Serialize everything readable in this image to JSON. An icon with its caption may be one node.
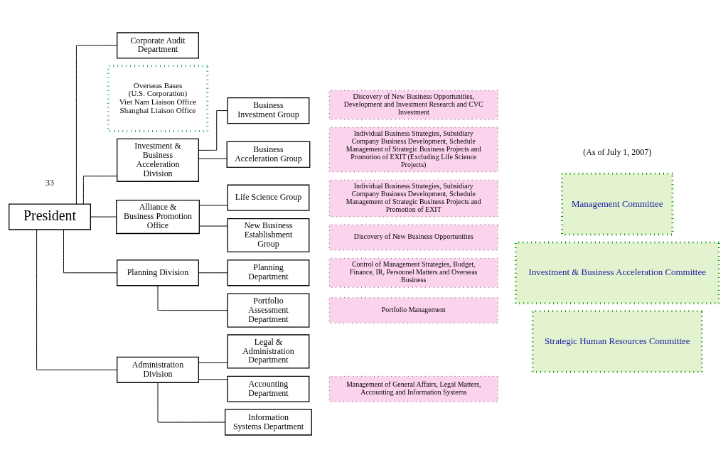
{
  "diagram": {
    "nodes": [
      {
        "text": [
          "President"
        ]
      },
      {
        "text": [
          "Corporate Audit Department"
        ]
      },
      {
        "text": [
          "Investment & Business Acceleration Division"
        ]
      },
      {
        "text": [
          "Business Investment Group"
        ]
      },
      {
        "text": [
          "Business Acceleration Group"
        ]
      },
      {
        "text": [
          "Alliance & Business Promotion Office"
        ]
      },
      {
        "text": [
          "Life Science Group"
        ]
      },
      {
        "text": [
          "New Business Establishment Group"
        ]
      },
      {
        "text": [
          "Planning Division"
        ]
      },
      {
        "text": [
          "Planning Department"
        ]
      },
      {
        "text": [
          "Portfolio Assessment Department"
        ]
      },
      {
        "text": [
          "Administration Division"
        ]
      },
      {
        "text": [
          "Legal & Administration Department"
        ]
      },
      {
        "text": [
          "Accounting Department"
        ]
      },
      {
        "text": [
          "Information Systems Department"
        ]
      },
      {
        "text": [
          "Discovery of New Business Opportunities, Development and Investment Research and CVC Investment"
        ]
      },
      {
        "text": [
          "Individual Business Strategies, Subsidiary Company Business Development, Schedule Management of Strategic Business Projects and Promotion of EXIT (Excluding Life Science Projects)"
        ]
      },
      {
        "text": [
          "Individual Business Strategies, Subsidiary Company Business Development, Schedule Management of Strategic Business Projects and Promotion of EXIT"
        ]
      },
      {
        "text": [
          "Discovery of New Business Opportunities"
        ]
      },
      {
        "text": [
          "Control of Management Strategies, Budget, Finance, IR, Personnel Matters and Overseas Business"
        ]
      },
      {
        "text": [
          "Portfolio Management"
        ]
      },
      {
        "text": [
          "Management of General Affairs, Legal Matters, Accounting and Information Systems"
        ]
      },
      {
        "text": [
          "Management Committee"
        ]
      },
      {
        "text": [
          "Investment & Business Acceleration Committee"
        ]
      },
      {
        "text": [
          "Strategic Human Resources Committee"
        ]
      },
      {
        "text": [
          "Overseas Bases",
          "(U.S. Corporation)",
          "Viet Nam Liaison Office",
          "Shanghai Liaison Office"
        ]
      }
    ],
    "edges": [
      {
        "from": 0,
        "to": 1,
        "arrow": "none"
      },
      {
        "from": 0,
        "to": 2,
        "arrow": "none"
      },
      {
        "from": 0,
        "to": 5,
        "arrow": "none"
      },
      {
        "from": 0,
        "to": 8,
        "arrow": "none"
      },
      {
        "from": 0,
        "to": 11,
        "arrow": "none"
      },
      {
        "from": 2,
        "to": 3,
        "arrow": "none"
      },
      {
        "from": 2,
        "to": 4,
        "arrow": "none"
      },
      {
        "from": 5,
        "to": 6,
        "arrow": "none"
      },
      {
        "from": 5,
        "to": 7,
        "arrow": "none"
      },
      {
        "from": 8,
        "to": 9,
        "arrow": "none"
      },
      {
        "from": 8,
        "to": 10,
        "arrow": "none"
      },
      {
        "from": 11,
        "to": 12,
        "arrow": "none"
      },
      {
        "from": 11,
        "to": 13,
        "arrow": "none"
      },
      {
        "from": 11,
        "to": 14,
        "arrow": "none"
      }
    ],
    "labels": [
      "(As of July 1, 2007)",
      "33"
    ]
  }
}
